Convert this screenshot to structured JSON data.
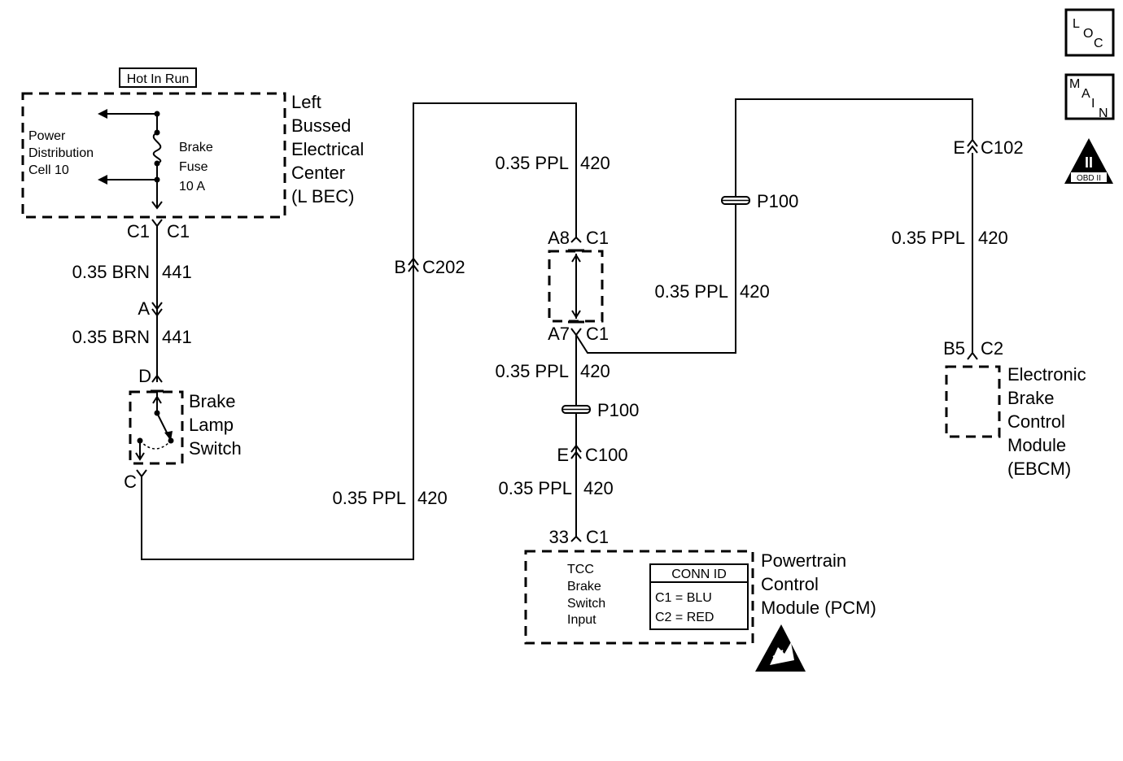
{
  "icons": {
    "loc": {
      "l": "L",
      "o": "O",
      "c": "C"
    },
    "main": {
      "m": "M",
      "a": "A",
      "i": "I",
      "n": "N"
    },
    "obd": {
      "symbol": "II",
      "label": "OBD II"
    }
  },
  "power_box": {
    "hot_in_run": "Hot In Run",
    "cell_lines": [
      "Power",
      "Distribution",
      "Cell 10"
    ],
    "fuse_lines": [
      "Brake",
      "Fuse",
      "10 A"
    ],
    "name_lines": [
      "Left",
      "Bussed",
      "Electrical",
      "Center",
      "(L BEC)"
    ]
  },
  "left_branch": {
    "conn_top_left": "C1",
    "conn_top_right": "C1",
    "wire1": {
      "gauge": "0.35 BRN",
      "circuit": "441"
    },
    "inline_a": "A",
    "wire2": {
      "gauge": "0.35 BRN",
      "circuit": "441"
    },
    "pin_d": "D",
    "switch_lines": [
      "Brake",
      "Lamp",
      "Switch"
    ],
    "pin_c": "C"
  },
  "c202": {
    "pin": "B",
    "conn": "C202"
  },
  "wire_bottom": {
    "gauge": "0.35 PPL",
    "circuit": "420"
  },
  "center_branch": {
    "wire_top": {
      "gauge": "0.35 PPL",
      "circuit": "420"
    },
    "a8": {
      "pin": "A8",
      "conn": "C1"
    },
    "a7": {
      "pin": "A7",
      "conn": "C1"
    },
    "wire_mid": {
      "gauge": "0.35 PPL",
      "circuit": "420"
    },
    "splice": "P100",
    "c100": {
      "pin": "E",
      "conn": "C100"
    },
    "wire_low": {
      "gauge": "0.35 PPL",
      "circuit": "420"
    },
    "pcm_pin": {
      "pin": "33",
      "conn": "C1"
    }
  },
  "right_branch": {
    "splice": "P100",
    "wire": {
      "gauge": "0.35 PPL",
      "circuit": "420"
    }
  },
  "ebcm_branch": {
    "c102": {
      "pin": "E",
      "conn": "C102"
    },
    "wire": {
      "gauge": "0.35 PPL",
      "circuit": "420"
    },
    "b5": {
      "pin": "B5",
      "conn": "C2"
    },
    "name_lines": [
      "Electronic",
      "Brake",
      "Control",
      "Module",
      "(EBCM)"
    ]
  },
  "pcm": {
    "input_lines": [
      "TCC",
      "Brake",
      "Switch",
      "Input"
    ],
    "conn_id_title": "CONN ID",
    "conn_ids": [
      "C1 = BLU",
      "C2 = RED"
    ],
    "name_lines": [
      "Powertrain",
      "Control",
      "Module (PCM)"
    ]
  }
}
